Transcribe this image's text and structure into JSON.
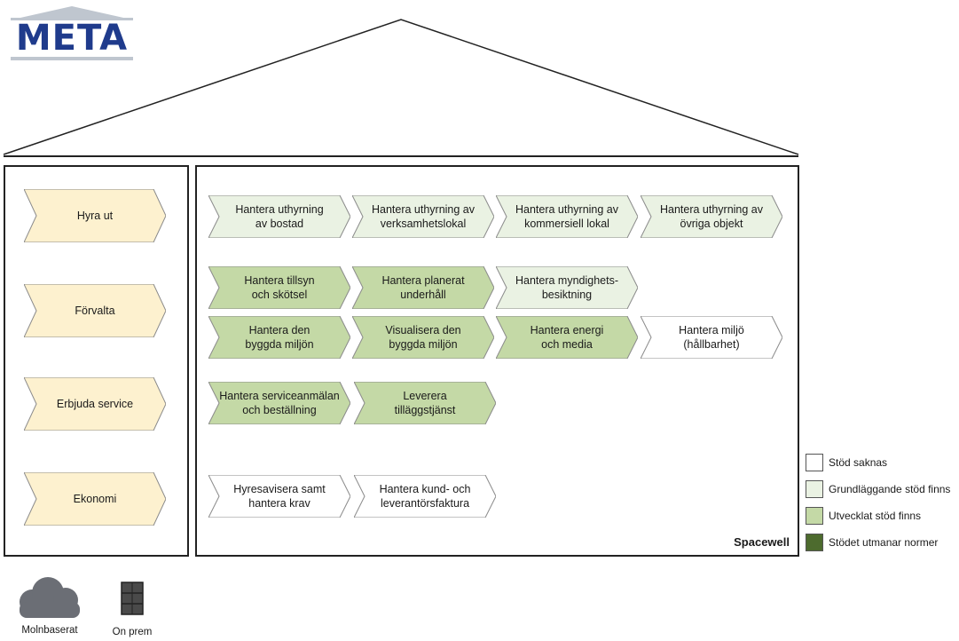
{
  "logo": {
    "text": "META",
    "color": "#1f3b8c"
  },
  "colors": {
    "base": "#fdf1cf",
    "grund": "#eaf2e3",
    "utvecklat": "#c4d9a6",
    "utmanar": "#4d6b2e",
    "saknas": "#ffffff"
  },
  "left_column": [
    {
      "label": "Hyra ut"
    },
    {
      "label": "Förvalta"
    },
    {
      "label": "Erbjuda service"
    },
    {
      "label": "Ekonomi"
    }
  ],
  "processes": {
    "row1": [
      {
        "label": "Hantera uthyrning\nav bostad",
        "level": "grund"
      },
      {
        "label": "Hantera uthyrning av\nverksamhetslokal",
        "level": "grund"
      },
      {
        "label": "Hantera uthyrning av\nkommersiell lokal",
        "level": "grund"
      },
      {
        "label": "Hantera uthyrning av\növriga objekt",
        "level": "grund"
      }
    ],
    "row2": [
      {
        "label": "Hantera tillsyn\noch skötsel",
        "level": "utvecklat"
      },
      {
        "label": "Hantera planerat\nunderhåll",
        "level": "utvecklat"
      },
      {
        "label": "Hantera myndighets-\nbesiktning",
        "level": "grund"
      }
    ],
    "row3": [
      {
        "label": "Hantera den\nbyggda miljön",
        "level": "utvecklat"
      },
      {
        "label": "Visualisera den\nbyggda miljön",
        "level": "utvecklat"
      },
      {
        "label": "Hantera energi\noch media",
        "level": "utvecklat"
      },
      {
        "label": "Hantera miljö\n(hållbarhet)",
        "level": "saknas"
      }
    ],
    "row4": [
      {
        "label": "Hantera serviceanmälan\noch beställning",
        "level": "utvecklat"
      },
      {
        "label": "Leverera\ntilläggstjänst",
        "level": "utvecklat"
      }
    ],
    "row5": [
      {
        "label": "Hyresavisera samt\nhantera krav",
        "level": "saknas"
      },
      {
        "label": "Hantera kund- och\nleverantörsfaktura",
        "level": "saknas"
      }
    ]
  },
  "vendor": "Spacewell",
  "legend": [
    {
      "label": "Stöd saknas",
      "level": "saknas"
    },
    {
      "label": "Grundläggande stöd finns",
      "level": "grund"
    },
    {
      "label": "Utvecklat stöd finns",
      "level": "utvecklat"
    },
    {
      "label": "Stödet utmanar normer",
      "level": "utmanar"
    }
  ],
  "footer": {
    "cloud_label": "Molnbaserat",
    "onprem_label": "On prem"
  }
}
